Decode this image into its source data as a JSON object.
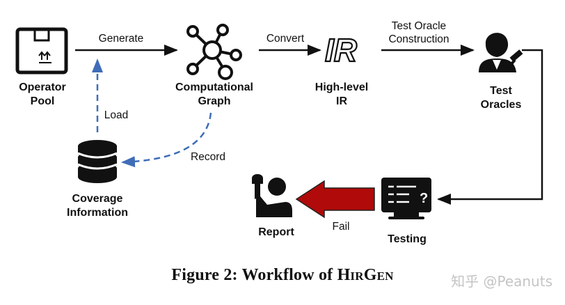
{
  "nodes": {
    "operator_pool": {
      "line1": "Operator",
      "line2": "Pool"
    },
    "computational_graph": {
      "line1": "Computational",
      "line2": "Graph"
    },
    "high_level_ir": {
      "line1": "High-level",
      "line2": "IR"
    },
    "test_oracles": {
      "line1": "Test",
      "line2": "Oracles"
    },
    "coverage_information": {
      "line1": "Coverage",
      "line2": "Information"
    },
    "testing": {
      "label": "Testing"
    },
    "report": {
      "label": "Report"
    }
  },
  "edges": {
    "generate": "Generate",
    "convert": "Convert",
    "test_oracle_construction": {
      "line1": "Test Oracle",
      "line2": "Construction"
    },
    "load": "Load",
    "record": "Record",
    "fail": "Fail"
  },
  "ir_icon_text": "IR",
  "caption": {
    "prefix": "Figure 2: Workflow of ",
    "name": "HirGen"
  },
  "watermark": "知乎 @Peanuts",
  "colors": {
    "solid_arrow": "#111111",
    "dashed_arrow": "#3f6db8",
    "fail_arrow_fill": "#b00a0a",
    "icon": "#111111"
  }
}
